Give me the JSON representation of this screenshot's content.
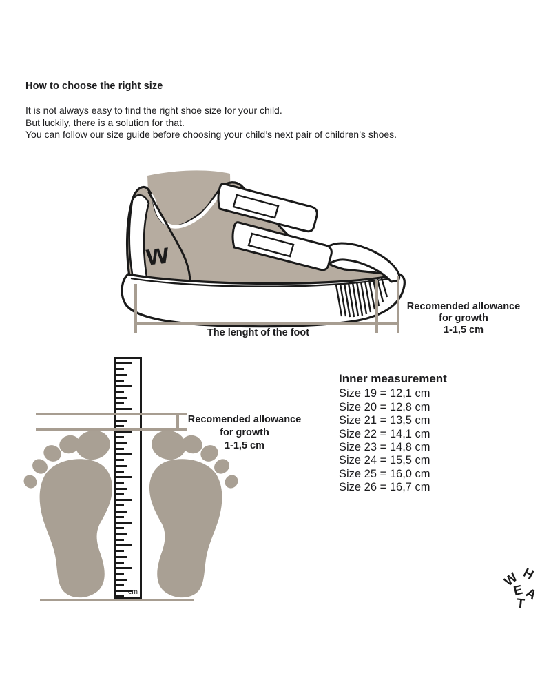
{
  "intro": {
    "heading": "How to choose the right size",
    "body_lines": [
      "It is not always easy to find the right shoe size for your child.",
      "But luckily, there is a solution for that.",
      "You can follow our size guide before choosing your child’s next pair of children’s shoes."
    ]
  },
  "shoe_diagram": {
    "heel_logo_letter": "w",
    "foot_length_label": "The lenght of the foot",
    "growth_note_lines": [
      "Recomended allowance",
      "for growth",
      "1-1,5 cm"
    ]
  },
  "ruler_diagram": {
    "unit_label": "cm",
    "growth_note_lines": [
      "Recomended allowance",
      "for growth",
      "1-1,5 cm"
    ]
  },
  "size_table": {
    "title": "Inner measurement",
    "rows": [
      "Size 19 = 12,1 cm",
      "Size 20 = 12,8 cm",
      "Size 21 = 13,5 cm",
      "Size 22 = 14,1 cm",
      "Size 23 = 14,8 cm",
      "Size 24 = 15,5 cm",
      "Size 25 = 16,0 cm",
      "Size 26 = 16,7 cm"
    ]
  },
  "brand": {
    "name": "WHEAT",
    "letters": [
      "W",
      "H",
      "E",
      "A",
      "T"
    ]
  },
  "colors": {
    "background": "#ffffff",
    "ink": "#1d1d1f",
    "outline": "#1a1a1a",
    "shoe_taupe": "#b6aca0",
    "feet_taupe": "#a9a094",
    "measure_taupe": "#a79d91"
  }
}
